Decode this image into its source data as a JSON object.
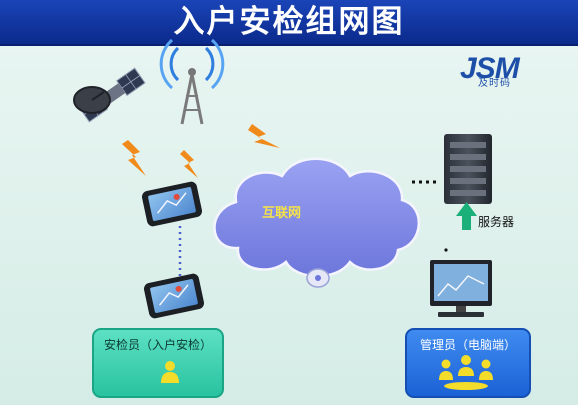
{
  "title": "入户安检组网图",
  "logo": {
    "mark": "JSM",
    "sub": "及时码"
  },
  "nodes": {
    "cloud": "互联网",
    "server": "服务器",
    "inspector": "安检员（入户安检）",
    "admin": "管理员（电脑端）"
  },
  "icons": [
    "satellite-icon",
    "cell-tower-icon",
    "lightning-bolt-icon",
    "smartphone-icon",
    "internet-cloud-icon",
    "server-rack-icon",
    "up-arrow-icon",
    "desktop-monitor-icon",
    "person-icon",
    "meeting-people-icon"
  ],
  "colors": {
    "title_bar": "#0b2a8c",
    "cloud": "#7b84e6",
    "lightning": "#f08a1a",
    "inspector_box": "#28c3a0",
    "admin_box": "#1b62d6",
    "arrow": "#1bb07a"
  }
}
